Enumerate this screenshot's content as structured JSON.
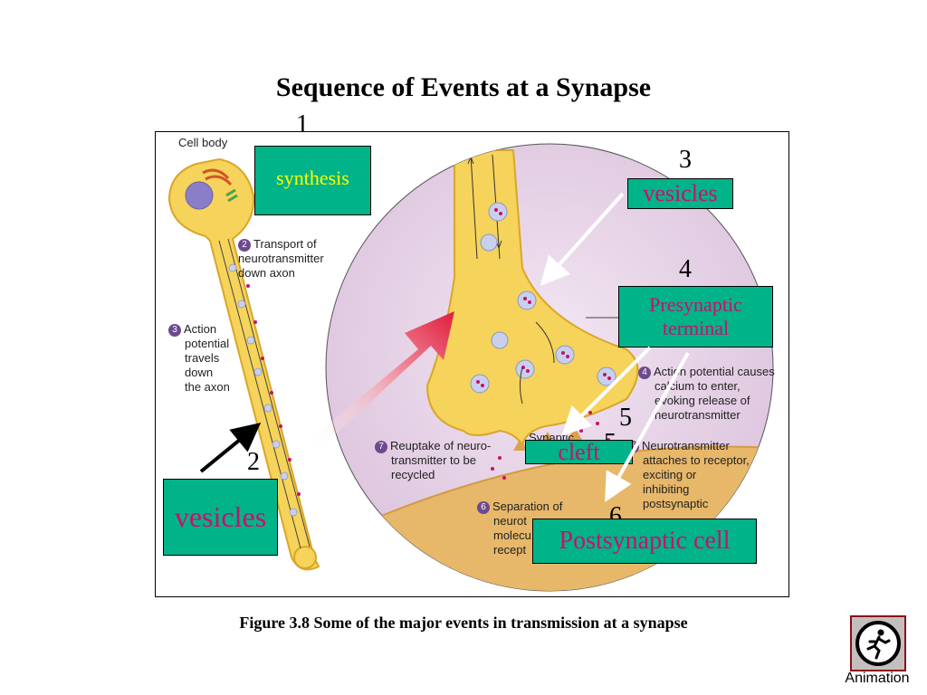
{
  "title": "Sequence of Events at a Synapse",
  "step_numbers": {
    "n1": "1",
    "n2": "2",
    "n3": "3",
    "n4": "4",
    "n5a": "5",
    "n5b": "5",
    "n6": "6"
  },
  "figure_labels": {
    "cell_body": "Cell body",
    "transport_num": "2",
    "transport": [
      "Transport of",
      "neurotransmitter",
      "down axon"
    ],
    "action_num": "3",
    "action": [
      "Action",
      "potential",
      "travels",
      "down",
      "the axon"
    ],
    "calcium_num": "4",
    "calcium": [
      "Action potential causes",
      "calcium to enter,",
      "evoking release of",
      "neurotransmitter"
    ],
    "attach_num": "5",
    "attach": [
      "Neurotransmitter",
      "attaches to receptor,",
      "exciting or",
      "inhibiting",
      "postsynaptic"
    ],
    "reuptake_num": "7",
    "reuptake": [
      "Reuptake of neuro-",
      "transmitter to be",
      "recycled"
    ],
    "separation_num": "6",
    "separation": [
      "Separation of",
      "neurot",
      "molecu",
      "recept"
    ],
    "synaptic": "Synaptic"
  },
  "boxes": {
    "synthesis": "synthesis",
    "vesicles_top": "vesicles",
    "presynaptic": [
      "Presynaptic",
      "terminal"
    ],
    "cleft": "cleft",
    "vesicles_bottom": "vesicles",
    "postsynaptic": "Postsynaptic cell"
  },
  "caption": "Figure 3.8  Some of the major events in transmission at a synapse",
  "animation_label": "Animation",
  "colors": {
    "neuron": "#f6d35a",
    "neuron_edge": "#d9a62a",
    "circle_bg": "#ead9ea",
    "postsynaptic": "#e7b76a",
    "box": "#00b388",
    "synthesis_text": "#ffff00",
    "label_text": "#c8106e",
    "big_arrow": "#e01c3c"
  }
}
